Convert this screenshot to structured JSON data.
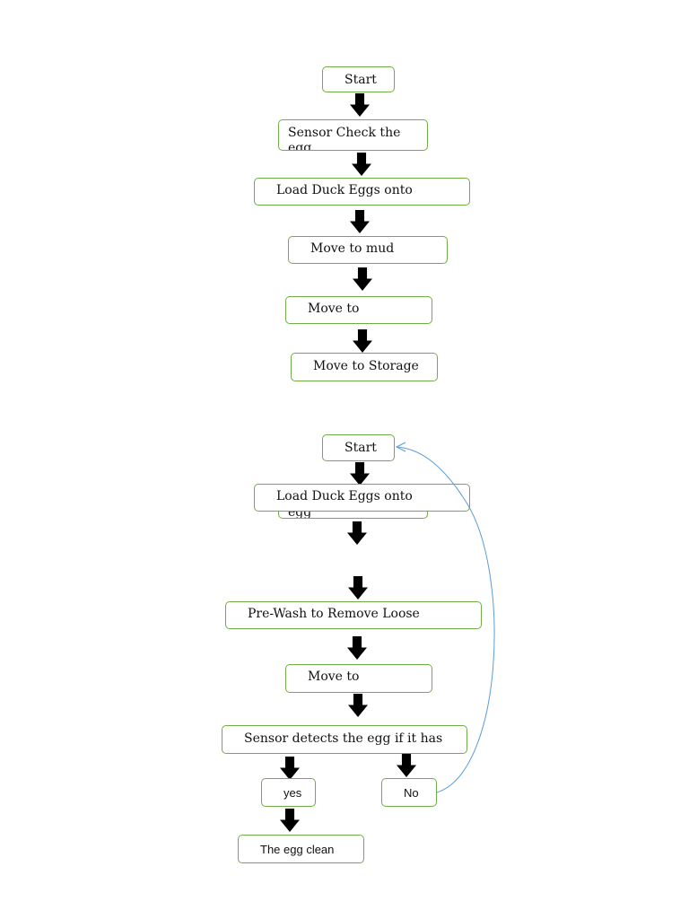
{
  "flowchart_1": {
    "start": "Start",
    "sensor_check": "Sensor Check the",
    "sensor_check_clipped": "egg",
    "load": "Load Duck Eggs onto",
    "mud": "Move to mud",
    "move_to": "Move to",
    "storage": "Move to Storage"
  },
  "flowchart_2": {
    "start": "Start",
    "hidden_box": "egg",
    "load": "Load Duck Eggs onto",
    "prewash": "Pre-Wash to Remove Loose",
    "move_to": "Move to",
    "sensor_detects": "Sensor detects  the egg if it has",
    "yes": "yes",
    "no": "No",
    "clean": "The egg clean"
  },
  "colors": {
    "box_border": "#70ad47",
    "loop_arrow": "#5b9bd5",
    "arrow": "#000000"
  }
}
